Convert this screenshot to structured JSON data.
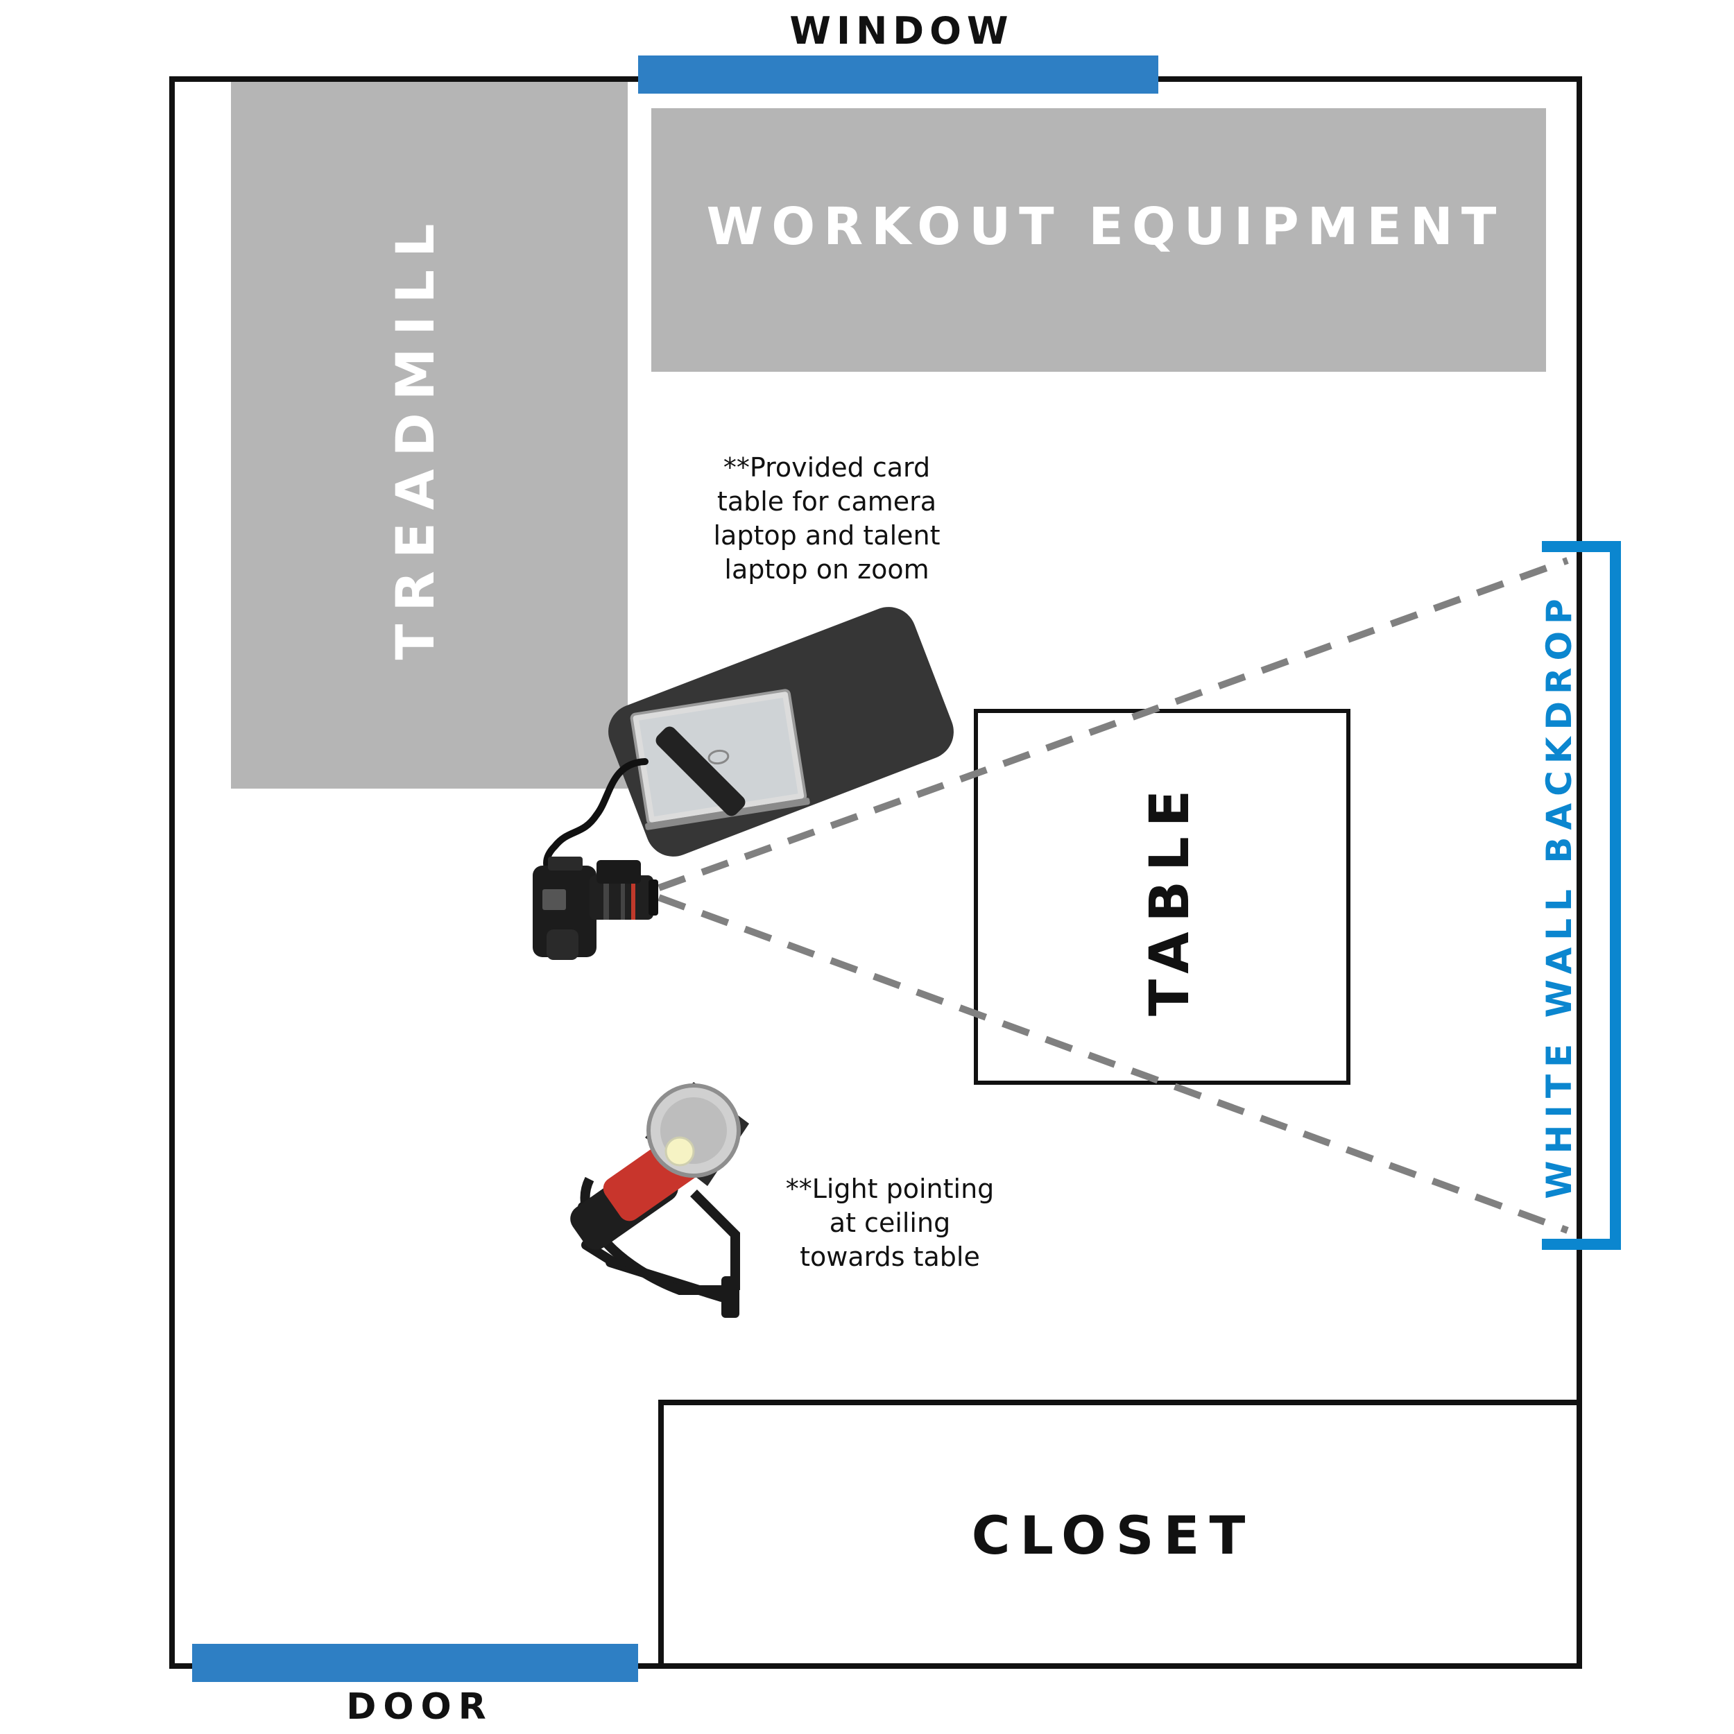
{
  "room": {
    "window_label": "WINDOW",
    "door_label": "DOOR",
    "treadmill_label": "TREADMILL",
    "equipment_label": "WORKOUT EQUIPMENT",
    "table_label": "TABLE",
    "closet_label": "CLOSET",
    "backdrop_label": "WHITE WALL BACKDROP"
  },
  "notes": {
    "card_table": [
      "**Provided card",
      "table for camera",
      "laptop and talent",
      "laptop on zoom"
    ],
    "light": [
      "**Light pointing",
      "at ceiling",
      "towards table"
    ]
  },
  "icons": {
    "camera": "camera-icon",
    "laptop": "laptop-icon",
    "light": "studio-light-icon"
  },
  "colors": {
    "wall": "#111111",
    "window_door": "#2e7fc4",
    "backdrop": "#0b86cf",
    "furniture": "#b5b5b5",
    "card_table": "#363636",
    "sightline": "#808080"
  }
}
